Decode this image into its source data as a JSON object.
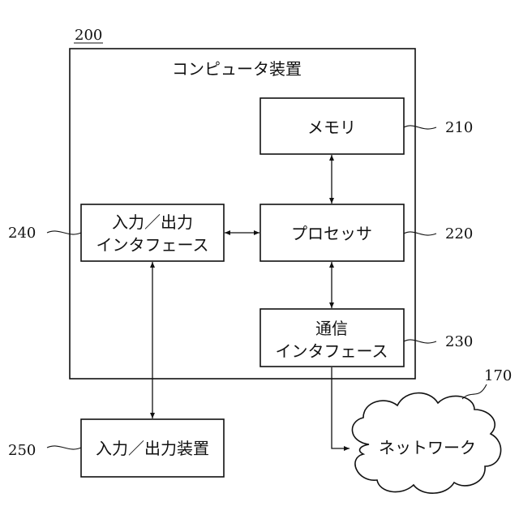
{
  "figure": {
    "computer_ref": "200",
    "computer_title": "コンピュータ装置",
    "memory": {
      "label": "メモリ",
      "ref": "210"
    },
    "processor": {
      "label": "プロセッサ",
      "ref": "220"
    },
    "comm_if": {
      "line1": "通信",
      "line2": "インタフェース",
      "ref": "230"
    },
    "io_if": {
      "line1": "入力／出力",
      "line2": "インタフェース",
      "ref": "240"
    },
    "io_device": {
      "label": "入力／出力装置",
      "ref": "250"
    },
    "network": {
      "label": "ネットワーク",
      "ref": "170"
    }
  }
}
